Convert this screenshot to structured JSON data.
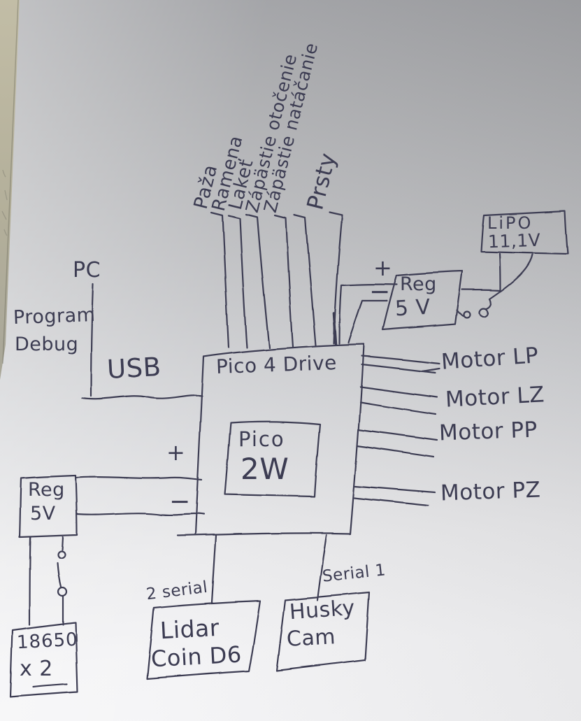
{
  "diagram": {
    "arm_labels": [
      "Paža",
      "Ramena",
      "Lakeť",
      "Zápästie otočenie",
      "Zápästie natáčanie",
      "Prsty"
    ],
    "pc": {
      "title": "PC",
      "line1": "Program",
      "line2": "Debug",
      "bus": "USB"
    },
    "controller": {
      "title": "Pico 4 Drive",
      "chip_line1": "Pico",
      "chip_line2": "2W"
    },
    "motors": [
      "Motor LP",
      "Motor LZ",
      "Motor PP",
      "Motor PZ"
    ],
    "power_right": {
      "battery_line1": "LiPO",
      "battery_line2": "11,1V",
      "reg_line1": "Reg",
      "reg_line2": "5 V",
      "plus": "+",
      "minus": "−"
    },
    "power_left": {
      "reg_line1": "Reg",
      "reg_line2": "5V",
      "plus": "+",
      "minus": "−",
      "battery_line1": "18650",
      "battery_line2": "x 2"
    },
    "serial": {
      "left_label": "2 serial",
      "right_label": "Serial 1"
    },
    "lidar": {
      "line1": "Lidar",
      "line2": "Coin D6"
    },
    "camera": {
      "line1": "Husky",
      "line2": "Cam"
    }
  },
  "colors": {
    "ink": "#3c3c52",
    "paper_dark": "#97989c",
    "paper_light": "#f5f5f7",
    "under_page": "#b3af9a"
  }
}
